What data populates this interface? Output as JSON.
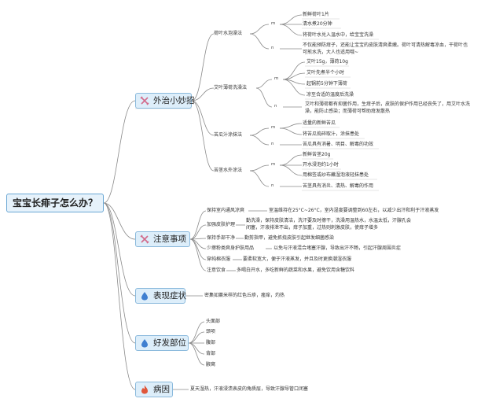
{
  "root": "宝宝长痱子怎么办？",
  "label_m": "m",
  "label_n": "n",
  "branches": {
    "waizhi": "外治小妙招",
    "zhuyi": "注意事项",
    "biaoxian": "表现症状",
    "haofa": "好发部位",
    "bingyin": "病因"
  },
  "waizhi": {
    "heye": {
      "title": "荷叶水泡澡法",
      "m": [
        "新鲜荷叶1片",
        "清水煮20分钟",
        "将荷叶水兑入温水中，给宝宝洗澡"
      ],
      "n": [
        "不仅能预防痱子，还能让宝宝的皮肤清爽柔嫩。荷叶可清热解毒凉血，干荷叶也",
        "可煎水洗，大人也适用哦~"
      ]
    },
    "aiye": {
      "title": "艾叶薄荷洗澡法",
      "m": [
        "艾叶15g，薄荷10g",
        "艾叶先煮半个小时",
        "起锅前5分钟下薄荷",
        "凉至合适的温度后洗澡"
      ],
      "n": [
        "艾叶和薄荷都有抑菌作用，生痱子后，皮肤的保护作用已经丧失了，用艾叶水洗",
        "澡，能防止感染；而薄荷可帮助痱发散热"
      ]
    },
    "kugua": {
      "title": "苦瓜汁涂抹法",
      "m": [
        "适量的新鲜苦瓜",
        "将苦瓜捣碎取汁，涂抹患处"
      ],
      "n": [
        "苦瓜具有消暑、明目、解毒的功效"
      ]
    },
    "kujing": {
      "title": "苦茎水外涂法",
      "m": [
        "新鲜苦茎20g",
        "开水浸泡约1小时",
        "用棉签或纱布蘸湿泡液轻抹患处"
      ],
      "n": [
        "苦茎具有消炎、清热、解毒的作用"
      ]
    }
  },
  "zhuyi": [
    {
      "k": "保持室内通风凉爽",
      "v": [
        "室温维持在25°C~26°C，室内湿度要调整到60左右，以减少出汗和利于汗液蒸发"
      ]
    },
    {
      "k": "加强皮肤护理",
      "v": [
        "勤洗澡，保持皮肤清洁，洗汗要及时擦干，洗澡用温热水，水温太低，汗腺孔会",
        "闭塞，汗液排泄不出，痱子加重，过热则刺激皮肤，使痱子增多"
      ]
    },
    {
      "k": "保持手部干净",
      "v": [
        "勤剪指甲，避免抓挠皮肤引起继发细菌感染"
      ]
    },
    {
      "k": "少擦粉类爽身护肤用品",
      "v": [
        "以免与汗液混合堵塞汗腺，导致出汗不畅，引起汗腺周围炎症"
      ]
    },
    {
      "k": "穿纯棉衣服",
      "v": [
        "要柔软宽大，便于汗液蒸发，并且及时更换潮湿衣服"
      ]
    },
    {
      "k": "注意饮食",
      "v": [
        "多喝白开水，多吃新鲜的蔬菜和水果，避免饮用含糖饮料"
      ]
    }
  ],
  "biaoxian": [
    "密集如粟米样的红色丘疹，瘙痒，灼热"
  ],
  "haofa": [
    "头面部",
    "颈项",
    "腹部",
    "背部",
    "腋窝"
  ],
  "bingyin": [
    "夏天湿热，汗液浸渍表皮的角质层，导致汗腺导管口闭塞"
  ],
  "colors": {
    "line": "#8a8a8a",
    "branch_fill": "#ddeefa",
    "branch_border": "#8ab9dc",
    "icon_pink": "#d26a8a",
    "icon_blue": "#3f7fd0",
    "icon_red": "#e0563a"
  }
}
